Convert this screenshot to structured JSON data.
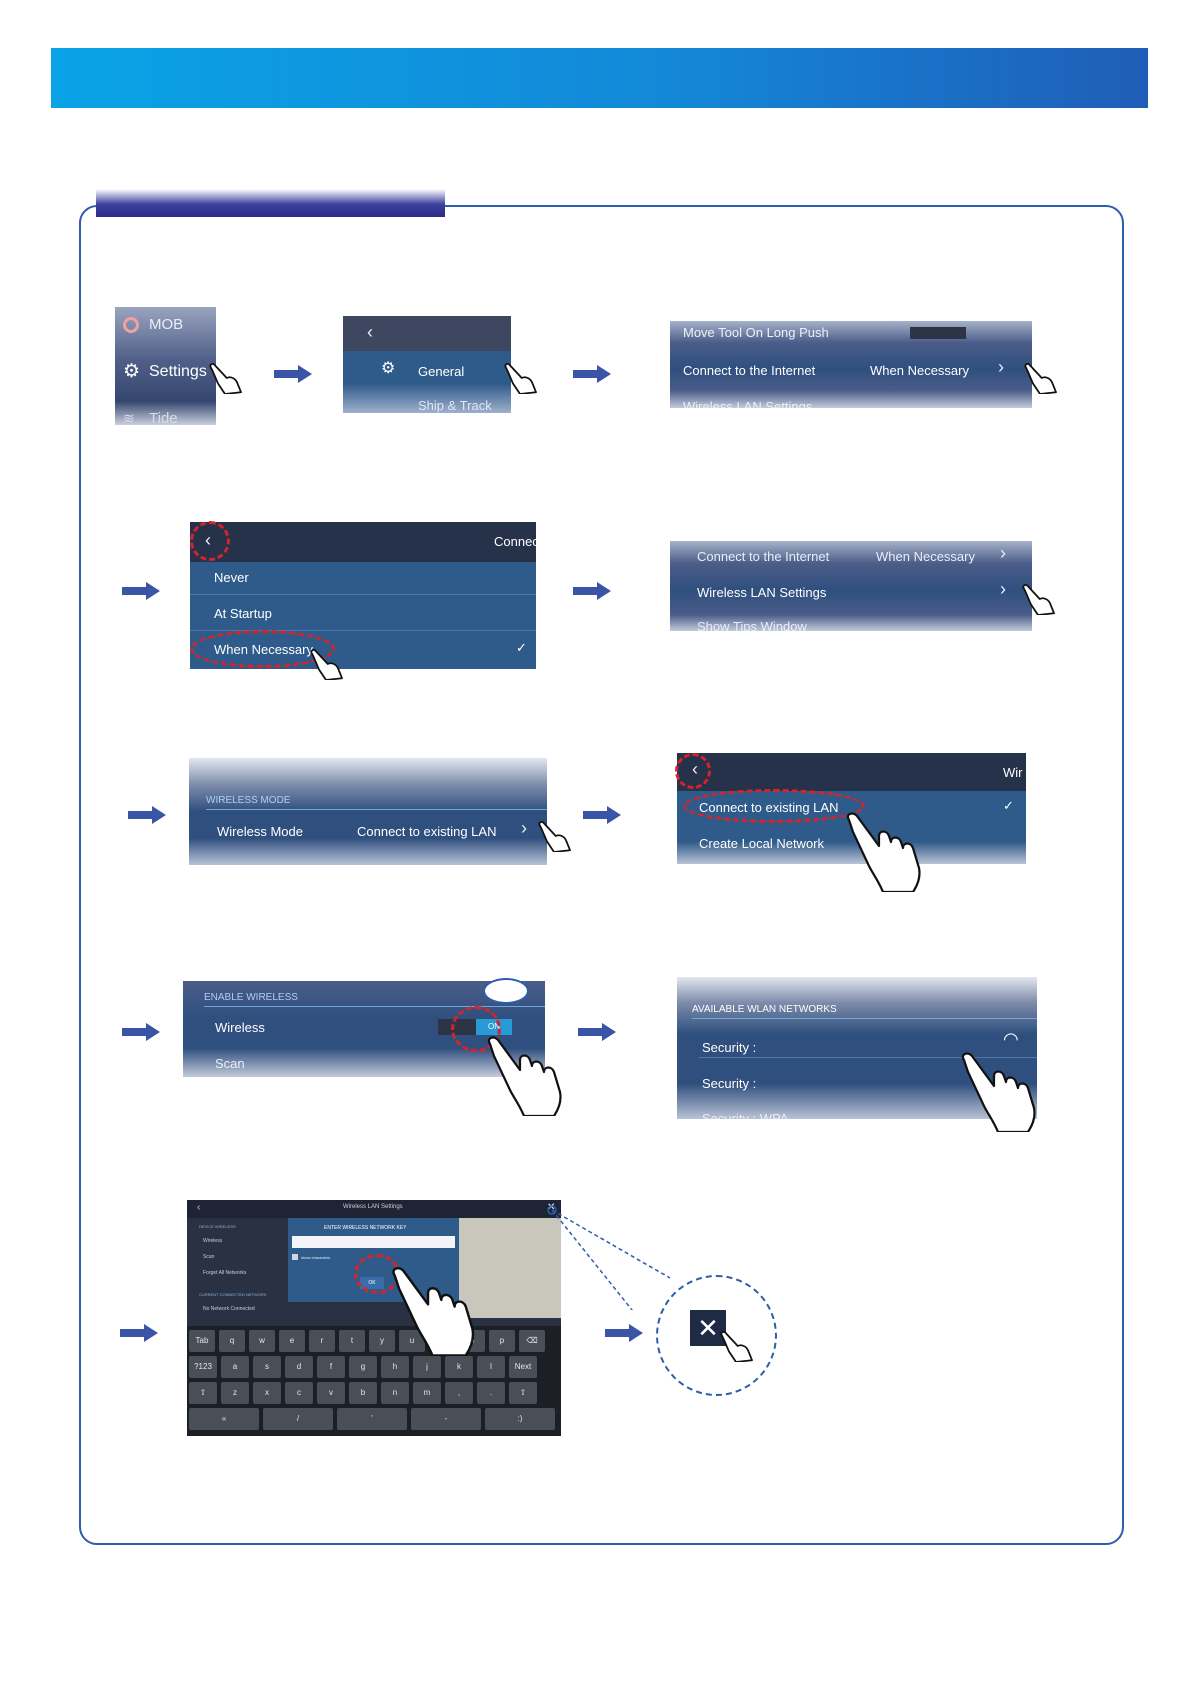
{
  "step1": {
    "items": [
      "MOB",
      "Settings",
      "Tide"
    ]
  },
  "step2": {
    "items": [
      "General",
      "Ship & Track"
    ]
  },
  "step3": {
    "rows": [
      {
        "label": "Move Tool On Long Push",
        "value": ""
      },
      {
        "label": "Connect to the Internet",
        "value": "When Necessary"
      },
      {
        "label": "Wireless LAN Settings",
        "value": ""
      }
    ]
  },
  "step4": {
    "title": "Connec",
    "options": [
      "Never",
      "At Startup",
      "When Necessary"
    ]
  },
  "step5": {
    "rows": [
      {
        "label": "Connect to the Internet",
        "value": "When Necessary"
      },
      {
        "label": "Wireless LAN Settings",
        "value": ""
      },
      {
        "label": "Show Tips Window",
        "value": ""
      }
    ]
  },
  "step6": {
    "section": "WIRELESS MODE",
    "label": "Wireless Mode",
    "value": "Connect to existing LAN"
  },
  "step7": {
    "title": "Wir",
    "options": [
      "Connect to existing LAN",
      "Create Local Network"
    ]
  },
  "step8": {
    "section": "ENABLE WIRELESS",
    "rows": [
      "Wireless",
      "Scan"
    ],
    "toggle": "ON"
  },
  "step9": {
    "section": "AVAILABLE WLAN NETWORKS",
    "rows": [
      "Security :",
      "Security :",
      "Security : WPA"
    ]
  },
  "step10": {
    "title": "Wireless LAN Settings",
    "side": [
      "DEVICE WIRELESS",
      "Wireless",
      "Scan",
      "Forget All Networks",
      "CURRENT CONNECTED NETWORK",
      "No Network Connected"
    ],
    "dialog_title": "ENTER WIRELESS NETWORK KEY",
    "show_chars": "show characters",
    "ok": "OK",
    "keys": {
      "row1": [
        "Tab",
        "q",
        "w",
        "e",
        "r",
        "t",
        "y",
        "u",
        "i",
        "o",
        "p",
        "⌫"
      ],
      "row2": [
        "?123",
        "a",
        "s",
        "d",
        "f",
        "g",
        "h",
        "j",
        "k",
        "l",
        "Next"
      ],
      "row3": [
        "⇧",
        "z",
        "x",
        "c",
        "v",
        "b",
        "n",
        "m",
        ",",
        ".",
        "⇧"
      ],
      "row4": [
        "«",
        "/",
        "'",
        "-",
        ":)"
      ]
    }
  },
  "close_glyph": "✕",
  "colors": {
    "accent": "#2d5eaa",
    "highlight_ring": "#d3242b",
    "arrow": "#3b55a6"
  }
}
